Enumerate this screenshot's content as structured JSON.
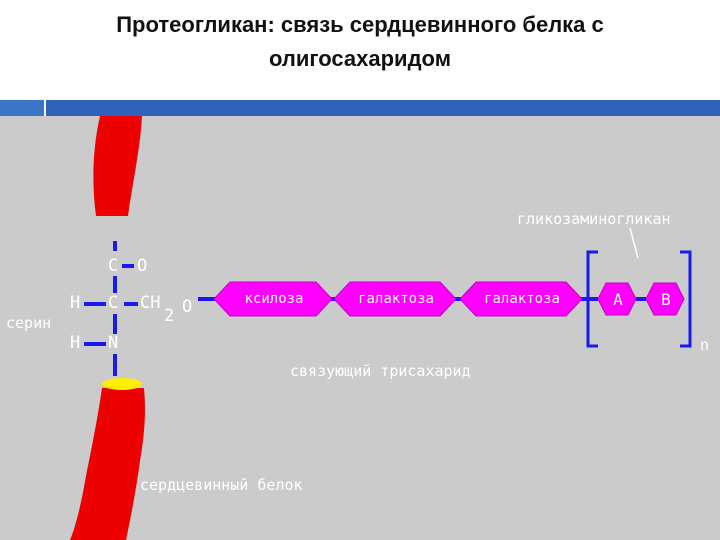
{
  "title": {
    "line1": "Протеогликан: связь сердцевинного белка с",
    "line2": "олигосахаридом"
  },
  "diagram": {
    "atoms": {
      "c_top": "C",
      "o_top": "O",
      "h_left": "H",
      "c_center": "C",
      "ch": "CH",
      "subscript": "2",
      "o_link": "O",
      "h_bottom": "H",
      "n": "N"
    },
    "serine_label": "серин",
    "sugars": [
      "ксилоза",
      "галактоза",
      "галактоза"
    ],
    "repeat_units": [
      "A",
      "B"
    ],
    "repeat_suffix": "n",
    "gag_label": "гликозаминогликан",
    "linker_label": "связующий трисахарид",
    "core_protein_label": "сердцевинный белок",
    "colors": {
      "protein": "#ee0000",
      "sugar": "#ff00ff",
      "bond": "#1a1aee",
      "text": "#ffffff",
      "background": "#cbcbcb",
      "top_bar": "#2f62b8"
    }
  }
}
